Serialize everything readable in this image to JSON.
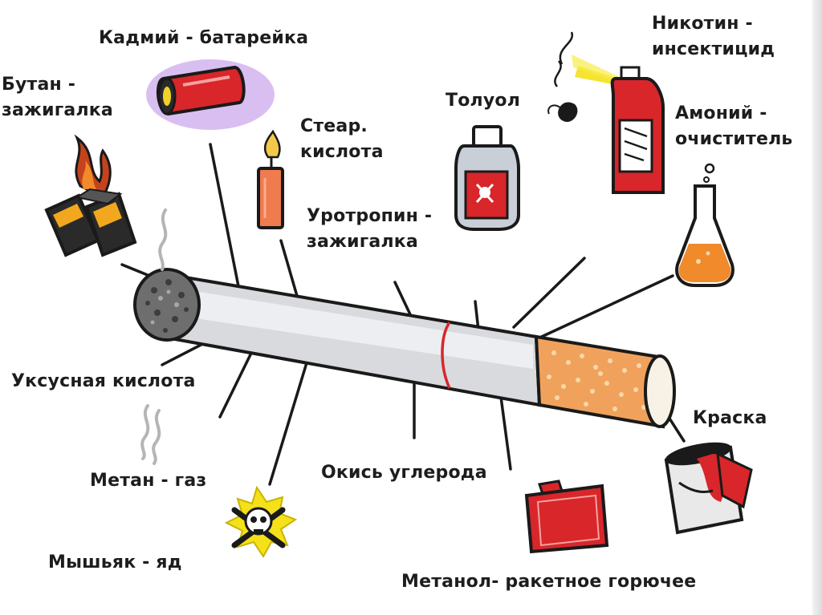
{
  "labels": {
    "cadmium": "Кадмий - батарейка",
    "butane_l1": "Бутан -",
    "butane_l2": "зажигалка",
    "stearic_l1": "Стеар.",
    "stearic_l2": "кислота",
    "toluene": "Толуол",
    "nicotine_l1": "Никотин -",
    "nicotine_l2": "инсектицид",
    "ammonia_l1": "Амоний -",
    "ammonia_l2": "очиститель",
    "urotropin_l1": "Уротропин -",
    "urotropin_l2": "зажигалка",
    "acetic": "Уксусная кислота",
    "paint": "Краска",
    "methane": "Метан - газ",
    "carbon_monoxide": "Окись углерода",
    "arsenic": "Мышьяк - яд",
    "methanol": "Метанол- ракетное горючее"
  },
  "colors": {
    "outline": "#1a1a1a",
    "red": "#d8262a",
    "filter_orange": "#f0a25c",
    "paper_gray": "#d9dade",
    "ash": "#6e6e6e",
    "flask_liquid": "#f08a2a",
    "battery_glow": "#b98be6",
    "poison_yellow": "#f4e11a"
  },
  "icons": [
    "battery-icon",
    "lighter-icon",
    "candle-icon",
    "toluene-bottle-icon",
    "spray-can-icon",
    "flask-icon",
    "paint-can-icon",
    "fuel-canister-icon",
    "skull-crossbones-icon",
    "smoke-icon",
    "cigarette-icon"
  ]
}
